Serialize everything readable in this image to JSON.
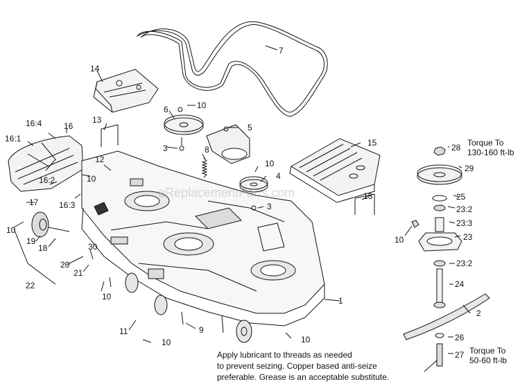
{
  "colors": {
    "line": "#111111",
    "fill": "#ffffff",
    "shade": "#dcdcdc",
    "dark": "#333333",
    "watermark": "#969696"
  },
  "watermark": "eReplacementParts.com",
  "torque_top": [
    "Torque To",
    "130-160 ft-lb"
  ],
  "torque_bottom": [
    "Torque To",
    "50-60 ft-lb"
  ],
  "note_lines": [
    "Apply lubricant to threads as needed",
    "to prevent seizing. Copper based anti-seize",
    "preferable. Grease is an acceptable substitute."
  ],
  "callouts": [
    "1",
    "2",
    "3",
    "3",
    "4",
    "5",
    "6",
    "7",
    "8",
    "9",
    "10",
    "10",
    "10",
    "10",
    "10",
    "10",
    "10",
    "10",
    "10",
    "11",
    "12",
    "13",
    "13",
    "14",
    "15",
    "16",
    "16:1",
    "16:2",
    "16:3",
    "16:4",
    "17",
    "18",
    "19",
    "20",
    "21",
    "22",
    "23",
    "23:2",
    "23:2",
    "23:3",
    "24",
    "25",
    "26",
    "27",
    "28",
    "29",
    "30"
  ]
}
